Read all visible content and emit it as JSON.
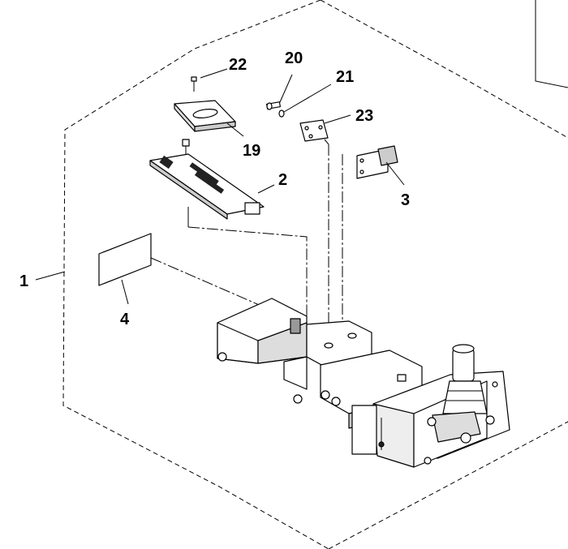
{
  "callouts": {
    "c1": "1",
    "c2": "2",
    "c3": "3",
    "c4": "4",
    "c19": "19",
    "c20": "20",
    "c21": "21",
    "c22": "22",
    "c23": "23"
  },
  "colors": {
    "ink": "#000000",
    "paper": "#ffffff",
    "shade": "#b8b8b8",
    "pcb_dark": "#222222"
  }
}
